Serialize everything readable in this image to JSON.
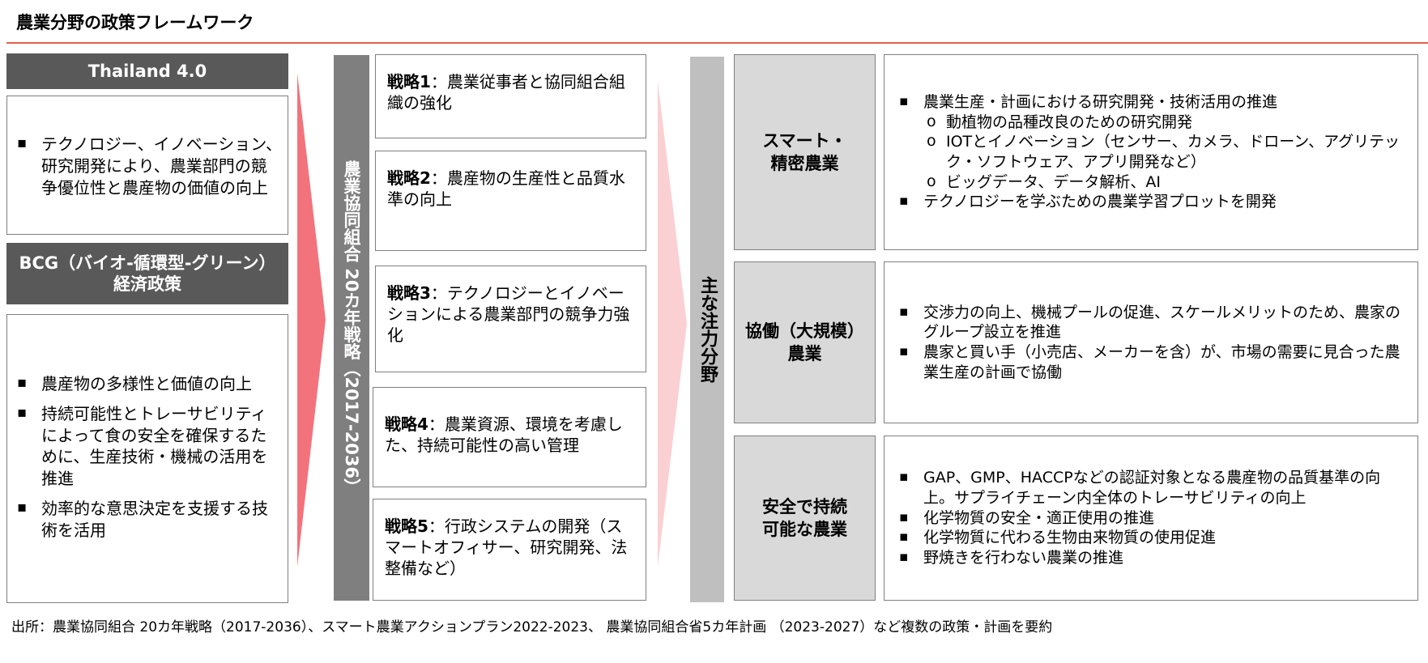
{
  "title": "農業分野の政策フレームワーク",
  "left": {
    "thailand_header": "Thailand 4.0",
    "thailand_bullets": [
      "テクノロジー、イノベーション、研究開発により、農業部門の競争優位性と農産物の価値の向上"
    ],
    "bcg_header_line1": "BCG（バイオ-循環型-グリーン）",
    "bcg_header_line2": "経済政策",
    "bcg_bullets": [
      "農産物の多様性と価値の向上",
      "持続可能性とトレーサビリティによって食の安全を確保するために、生産技術・機械の活用を推進",
      "効率的な意思決定を支援する技術を活用"
    ]
  },
  "strategy_bar": "農業協同組合 20カ年戦略（2017-2036）",
  "strategies": [
    {
      "label": "戦略1",
      "text": "：農業従事者と協同組合組織の強化"
    },
    {
      "label": "戦略2",
      "text": "：農産物の生産性と品質水準の向上"
    },
    {
      "label": "戦略3",
      "text": "：テクノロジーとイノベーションによる農業部門の競争力強化"
    },
    {
      "label": "戦略4",
      "text": "：農業資源、環境を考慮した、持続可能性の高い管理"
    },
    {
      "label": "戦略5",
      "text": "：行政システムの開発（スマートオフィサー、研究開発、法整備など）"
    }
  ],
  "focus_bar": "主な注力分野",
  "focus_areas": [
    {
      "name_line1": "スマート・",
      "name_line2": "精密農業",
      "items": [
        {
          "t": "b",
          "text": "農業生産・計画における研究開発・技術活用の推進"
        },
        {
          "t": "s",
          "text": "動植物の品種改良のための研究開発"
        },
        {
          "t": "s",
          "text": "IOTとイノベーション（センサー、カメラ、ドローン、アグリテック・ソフトウェア、アプリ開発など）"
        },
        {
          "t": "s",
          "text": "ビッグデータ、データ解析、AI"
        },
        {
          "t": "b",
          "text": "テクノロジーを学ぶための農業学習プロットを開発"
        }
      ]
    },
    {
      "name_line1": "協働（大規模）",
      "name_line2": "農業",
      "items": [
        {
          "t": "b",
          "text": "交渉力の向上、機械プールの促進、スケールメリットのため、農家のグループ設立を推進"
        },
        {
          "t": "b",
          "text": "農家と買い手（小売店、メーカーを含）が、市場の需要に見合った農業生産の計画で協働"
        }
      ]
    },
    {
      "name_line1": "安全で持続",
      "name_line2": "可能な農業",
      "items": [
        {
          "t": "b",
          "text": "GAP、GMP、HACCPなどの認証対象となる農産物の品質基準の向上。サプライチェーン内全体のトレーサビリティの向上"
        },
        {
          "t": "b",
          "text": "化学物質の安全・適正使用の推進"
        },
        {
          "t": "b",
          "text": "化学物質に代わる生物由来物質の使用促進"
        },
        {
          "t": "b",
          "text": "野焼きを行わない農業の推進"
        }
      ]
    }
  ],
  "footer": "出所：農業協同組合 20カ年戦略（2017-2036）、スマート農業アクションプラン2022-2023、 農業協同組合省5カ年計画 （2023-2027）など複数の政策・計画を要約",
  "colors": {
    "accent_rule": "#e0614f",
    "arrow_dark": "#f2737c",
    "arrow_light": "#fbd0d3",
    "header_dark": "#595959",
    "bar_gray": "#7f7f7f",
    "focus_gray": "#d9d9d9"
  }
}
